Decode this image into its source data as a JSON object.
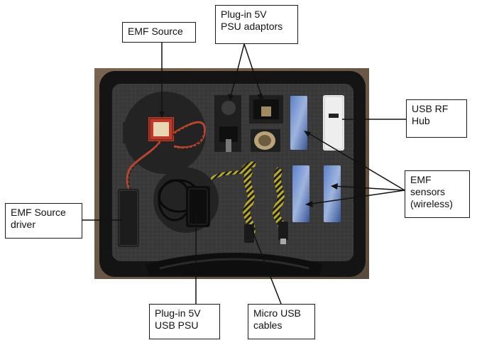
{
  "labels": {
    "emf_source": "EMF Source",
    "plugin_psu_adaptors": "Plug-in 5V\nPSU adaptors",
    "usb_rf_hub": "USB RF\nHub",
    "emf_sensors": "EMF\nsensors\n(wireless)",
    "emf_source_driver": "EMF Source\ndriver",
    "plugin_usb_psu": "Plug-in 5V\nUSB PSU",
    "micro_usb_cables": "Micro USB\ncables"
  },
  "colors": {
    "case_shell": "#141414",
    "foam": "#3a3a3a",
    "sensor_blue": "#3f5fa8",
    "hub_white": "#eeeeee",
    "cable_yellow": "#cfc13c",
    "tabletop": "#6b5a48"
  }
}
